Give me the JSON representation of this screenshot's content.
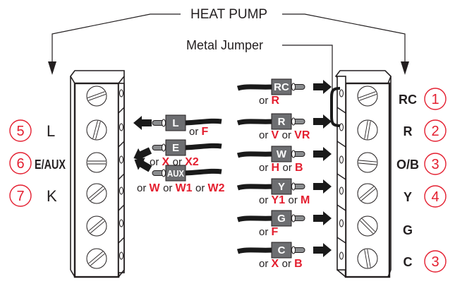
{
  "title": "HEAT PUMP",
  "jumper_label": "Metal Jumper",
  "colors": {
    "accent_red": "#e41e2f",
    "wire_black": "#1a1a1a",
    "tag_gray": "#6d6e71",
    "text_dark": "#231f20"
  },
  "left_terminals": [
    {
      "number": "5",
      "label": "L"
    },
    {
      "number": "6",
      "label": "E/AUX"
    },
    {
      "number": "7",
      "label": "K"
    }
  ],
  "right_terminals": [
    {
      "label": "RC",
      "number": "1"
    },
    {
      "label": "R",
      "number": "2"
    },
    {
      "label": "O/B",
      "number": "3"
    },
    {
      "label": "Y",
      "number": "4"
    },
    {
      "label": "G",
      "number": ""
    },
    {
      "label": "C",
      "number": "3"
    }
  ],
  "left_wires": [
    {
      "tag": "L",
      "alternatives": [
        "F"
      ]
    },
    {
      "tag": "E",
      "alternatives": [
        "X",
        "X2"
      ]
    },
    {
      "tag": "AUX",
      "alternatives": [
        "W",
        "W1",
        "W2"
      ]
    }
  ],
  "right_wires": [
    {
      "tag": "RC",
      "alternatives": [
        "R"
      ]
    },
    {
      "tag": "R",
      "alternatives": [
        "V",
        "VR"
      ]
    },
    {
      "tag": "W",
      "alternatives": [
        "H",
        "B"
      ]
    },
    {
      "tag": "Y",
      "alternatives": [
        "Y1",
        "M"
      ]
    },
    {
      "tag": "G",
      "alternatives": [
        "F"
      ]
    },
    {
      "tag": "C",
      "alternatives": [
        "X",
        "B"
      ]
    }
  ],
  "or_word": "or"
}
